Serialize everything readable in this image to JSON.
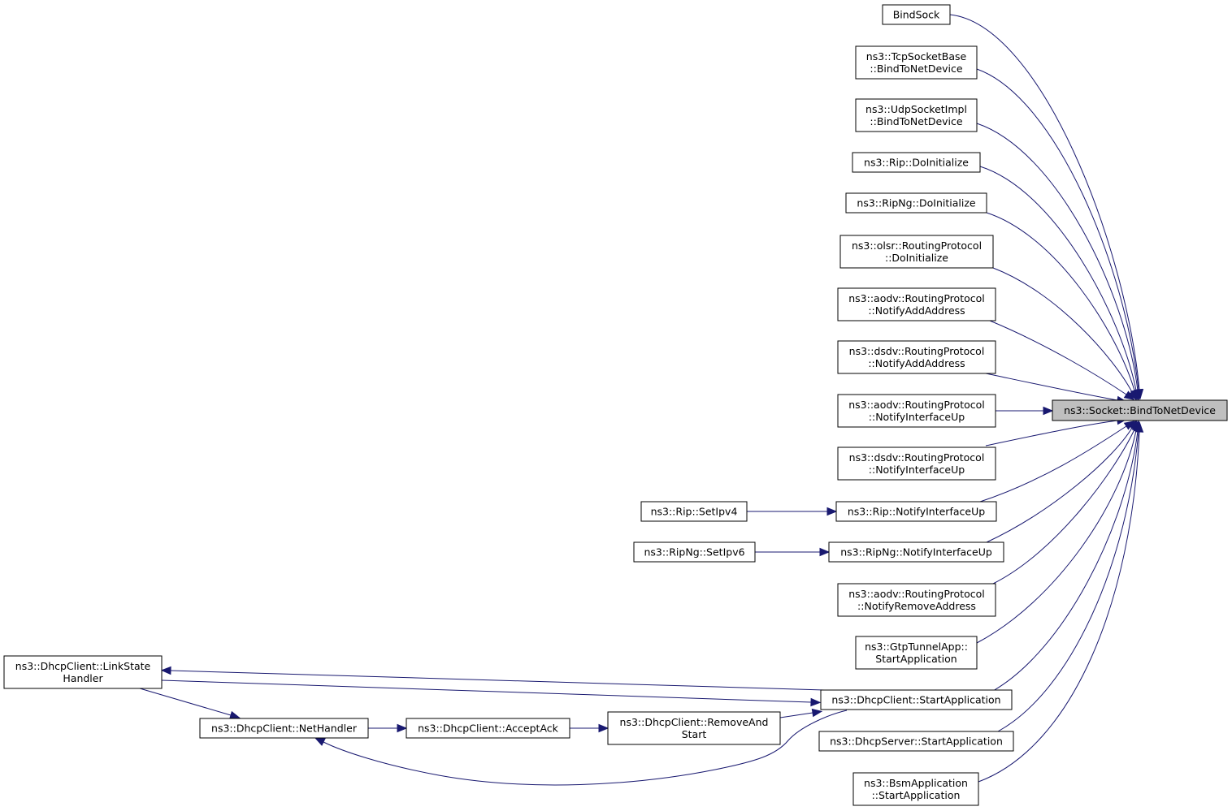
{
  "nodes": {
    "target": [
      "ns3::Socket::BindToNetDevice"
    ],
    "bindsock": [
      "BindSock"
    ],
    "tcp": [
      "ns3::TcpSocketBase",
      "::BindToNetDevice"
    ],
    "udp": [
      "ns3::UdpSocketImpl",
      "::BindToNetDevice"
    ],
    "rip_init": [
      "ns3::Rip::DoInitialize"
    ],
    "ripng_init": [
      "ns3::RipNg::DoInitialize"
    ],
    "olsr_init": [
      "ns3::olsr::RoutingProtocol",
      "::DoInitialize"
    ],
    "aodv_add": [
      "ns3::aodv::RoutingProtocol",
      "::NotifyAddAddress"
    ],
    "dsdv_add": [
      "ns3::dsdv::RoutingProtocol",
      "::NotifyAddAddress"
    ],
    "aodv_up": [
      "ns3::aodv::RoutingProtocol",
      "::NotifyInterfaceUp"
    ],
    "dsdv_up": [
      "ns3::dsdv::RoutingProtocol",
      "::NotifyInterfaceUp"
    ],
    "rip_up": [
      "ns3::Rip::NotifyInterfaceUp"
    ],
    "ripng_up": [
      "ns3::RipNg::NotifyInterfaceUp"
    ],
    "aodv_rem": [
      "ns3::aodv::RoutingProtocol",
      "::NotifyRemoveAddress"
    ],
    "gtp": [
      "ns3::GtpTunnelApp::",
      "StartApplication"
    ],
    "dhcpc_start": [
      "ns3::DhcpClient::StartApplication"
    ],
    "dhcps_start": [
      "ns3::DhcpServer::StartApplication"
    ],
    "bsm": [
      "ns3::BsmApplication",
      "::StartApplication"
    ],
    "rip_setipv4": [
      "ns3::Rip::SetIpv4"
    ],
    "ripng_setipv6": [
      "ns3::RipNg::SetIpv6"
    ],
    "linkstate": [
      "ns3::DhcpClient::LinkState",
      "Handler"
    ],
    "nethandler": [
      "ns3::DhcpClient::NetHandler"
    ],
    "acceptack": [
      "ns3::DhcpClient::AcceptAck"
    ],
    "removeandstart": [
      "ns3::DhcpClient::RemoveAnd",
      "Start"
    ]
  },
  "edges": [
    {
      "from": "bindsock",
      "to": "target"
    },
    {
      "from": "tcp",
      "to": "target"
    },
    {
      "from": "udp",
      "to": "target"
    },
    {
      "from": "rip_init",
      "to": "target"
    },
    {
      "from": "ripng_init",
      "to": "target"
    },
    {
      "from": "olsr_init",
      "to": "target"
    },
    {
      "from": "aodv_add",
      "to": "target"
    },
    {
      "from": "dsdv_add",
      "to": "target"
    },
    {
      "from": "aodv_up",
      "to": "target"
    },
    {
      "from": "dsdv_up",
      "to": "target"
    },
    {
      "from": "rip_up",
      "to": "target"
    },
    {
      "from": "ripng_up",
      "to": "target"
    },
    {
      "from": "aodv_rem",
      "to": "target"
    },
    {
      "from": "gtp",
      "to": "target"
    },
    {
      "from": "dhcpc_start",
      "to": "target"
    },
    {
      "from": "dhcps_start",
      "to": "target"
    },
    {
      "from": "bsm",
      "to": "target"
    },
    {
      "from": "rip_setipv4",
      "to": "rip_up"
    },
    {
      "from": "ripng_setipv6",
      "to": "ripng_up"
    },
    {
      "from": "linkstate",
      "to": "dhcpc_start"
    },
    {
      "from": "dhcpc_start",
      "to": "linkstate"
    },
    {
      "from": "linkstate",
      "to": "nethandler"
    },
    {
      "from": "nethandler",
      "to": "acceptack"
    },
    {
      "from": "acceptack",
      "to": "removeandstart"
    },
    {
      "from": "removeandstart",
      "to": "dhcpc_start"
    },
    {
      "from": "dhcpc_start",
      "to": "nethandler"
    }
  ],
  "colors": {
    "edge": "#191970",
    "focus_fill": "#bfbfbf",
    "node_fill": "#ffffff",
    "node_stroke": "#000000"
  }
}
